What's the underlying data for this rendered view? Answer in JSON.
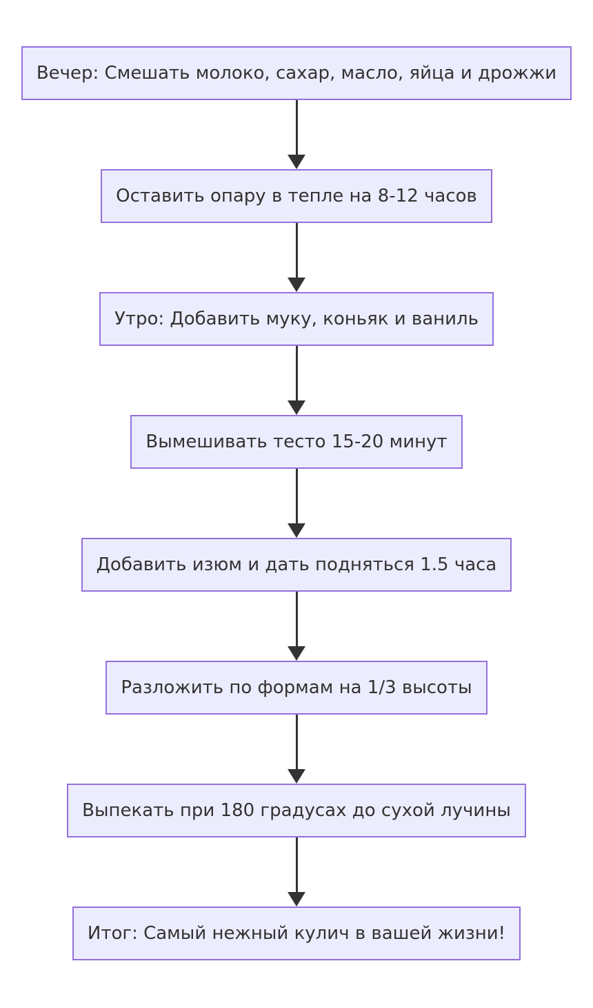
{
  "diagram": {
    "type": "flowchart",
    "direction": "top-down",
    "colors": {
      "node_fill": "#ECECFF",
      "node_border": "#9370DB",
      "text": "#333333",
      "arrow": "#333333",
      "background": "#ffffff"
    },
    "nodes": [
      {
        "label": "Вечер: Смешать молоко, сахар, масло, яйца и дрожжи"
      },
      {
        "label": "Оставить опару в тепле на 8-12 часов"
      },
      {
        "label": "Утро: Добавить муку, коньяк и ваниль"
      },
      {
        "label": "Вымешивать тесто 15-20 минут"
      },
      {
        "label": "Добавить изюм и дать подняться 1.5 часа"
      },
      {
        "label": "Разложить по формам на 1/3 высоты"
      },
      {
        "label": "Выпекать при 180 градусах до сухой лучины"
      },
      {
        "label": "Итог: Самый нежный кулич в вашей жизни!"
      }
    ],
    "edges": [
      {
        "from": 0,
        "to": 1
      },
      {
        "from": 1,
        "to": 2
      },
      {
        "from": 2,
        "to": 3
      },
      {
        "from": 3,
        "to": 4
      },
      {
        "from": 4,
        "to": 5
      },
      {
        "from": 5,
        "to": 6
      },
      {
        "from": 6,
        "to": 7
      }
    ]
  }
}
